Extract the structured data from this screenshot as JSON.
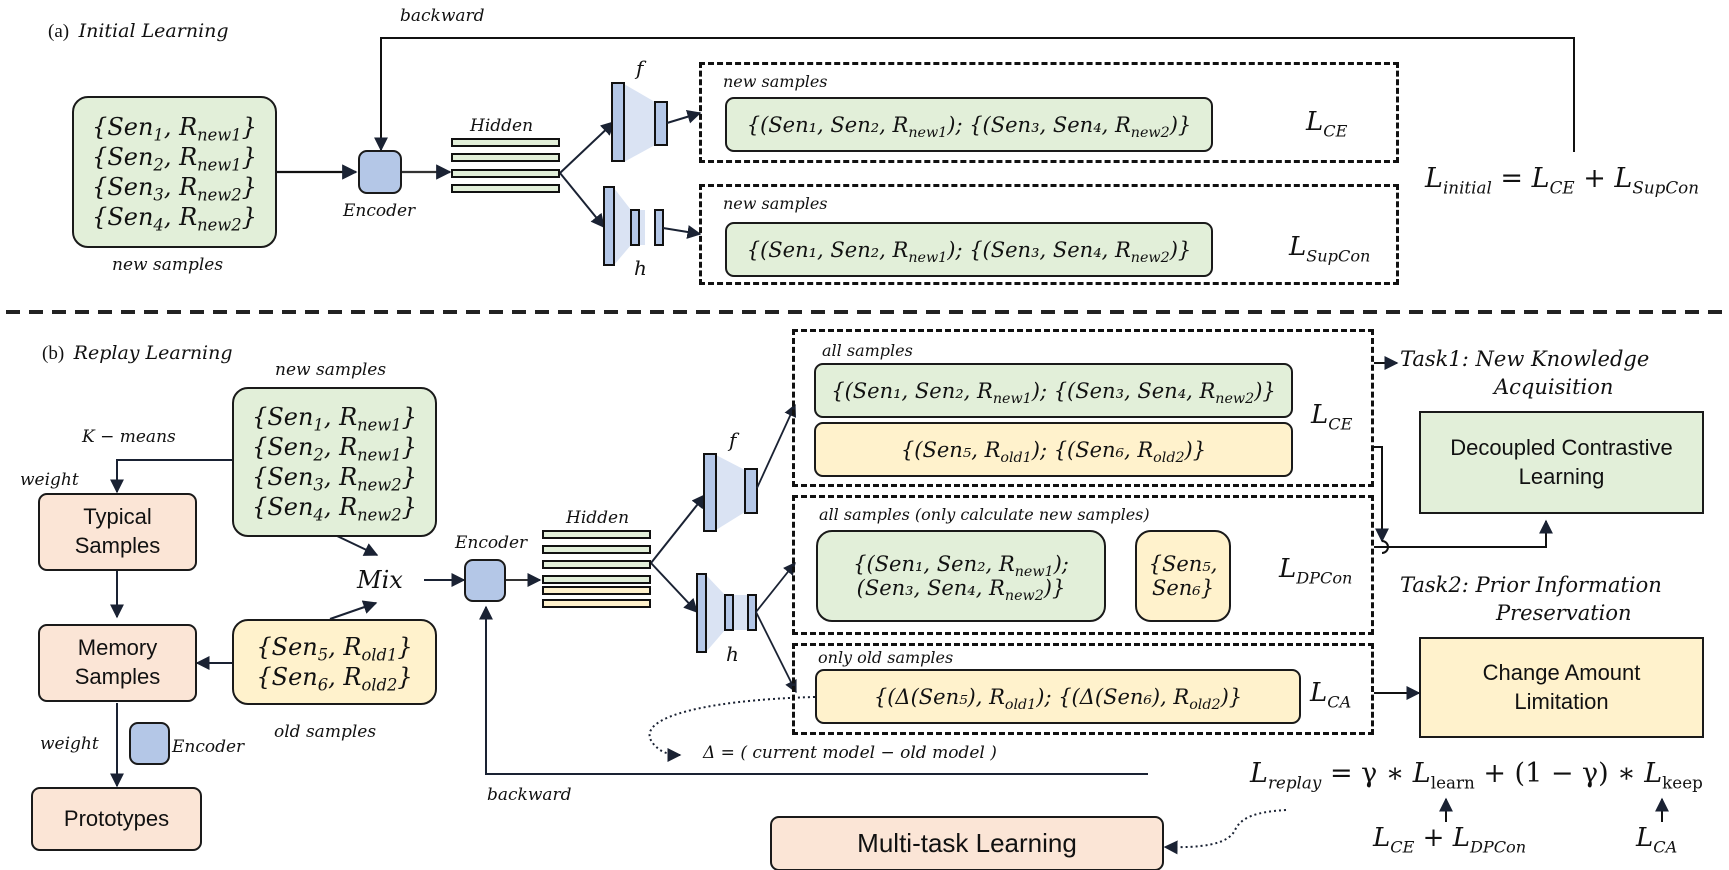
{
  "colors": {
    "new_sample_fill": "#e2efd9",
    "old_sample_fill": "#fff2cc",
    "process_fill": "#fbe5d6",
    "encoder_fill": "#b4c7e7",
    "projection_fill": "#dae3f3",
    "stroke": "#111111"
  },
  "panel_a": {
    "tag": "(a)",
    "title": "Initial Learning",
    "backward_label": "backward",
    "samples_caption": "new samples",
    "samples": [
      {
        "sen": "Sen",
        "sen_sub": "1",
        "rel": "R",
        "rel_sub": "new1"
      },
      {
        "sen": "Sen",
        "sen_sub": "2",
        "rel": "R",
        "rel_sub": "new1"
      },
      {
        "sen": "Sen",
        "sen_sub": "3",
        "rel": "R",
        "rel_sub": "new2"
      },
      {
        "sen": "Sen",
        "sen_sub": "4",
        "rel": "R",
        "rel_sub": "new2"
      }
    ],
    "encoder_label": "Encoder",
    "hidden_label": "Hidden",
    "head_f_label": "f",
    "head_h_label": "h",
    "ce_block": {
      "caption": "new samples",
      "content": "{(Sen₁, Sen₂, R_new1); {(Sen₃, Sen₄, R_new2)}",
      "loss": "L",
      "loss_sub": "CE"
    },
    "supcon_block": {
      "caption": "new samples",
      "content": "{(Sen₁, Sen₂, R_new1); {(Sen₃, Sen₄, R_new2)}",
      "loss": "L",
      "loss_sub": "SupCon"
    },
    "formula": {
      "lhs": "L",
      "lhs_sub": "initial",
      "eq": "=",
      "t1": "L",
      "t1_sub": "CE",
      "plus": "+",
      "t2": "L",
      "t2_sub": "SupCon"
    }
  },
  "panel_b": {
    "tag": "(b)",
    "title": "Replay Learning",
    "new_samples_caption": "new samples",
    "new_samples": [
      {
        "sen": "Sen",
        "sen_sub": "1",
        "rel": "R",
        "rel_sub": "new1"
      },
      {
        "sen": "Sen",
        "sen_sub": "2",
        "rel": "R",
        "rel_sub": "new1"
      },
      {
        "sen": "Sen",
        "sen_sub": "3",
        "rel": "R",
        "rel_sub": "new2"
      },
      {
        "sen": "Sen",
        "sen_sub": "4",
        "rel": "R",
        "rel_sub": "new2"
      }
    ],
    "old_samples_caption": "old samples",
    "old_samples": [
      {
        "sen": "Sen",
        "sen_sub": "5",
        "rel": "R",
        "rel_sub": "old1"
      },
      {
        "sen": "Sen",
        "sen_sub": "6",
        "rel": "R",
        "rel_sub": "old2"
      }
    ],
    "kmeans_label": "K − means",
    "weight_label_top": "weight",
    "weight_label_bottom": "weight",
    "typical_samples": "Typical Samples",
    "memory_samples": "Memory Samples",
    "prototypes": "Prototypes",
    "small_encoder_label": "Encoder",
    "mix_label": "Mix",
    "encoder_label": "Encoder",
    "hidden_label": "Hidden",
    "head_f_label": "f",
    "head_h_label": "h",
    "backward_label": "backward",
    "ce_block": {
      "caption": "all samples",
      "new_content": "{(Sen₁, Sen₂, R_new1); {(Sen₃, Sen₄, R_new2)}",
      "old_content": "{(Sen₅, R_old1); {(Sen₆, R_old2)}",
      "loss": "L",
      "loss_sub": "CE"
    },
    "dpcon_block": {
      "caption": "all samples (only calculate new  samples)",
      "new_line1": "{(Sen₁, Sen₂, R_new1);",
      "new_line2": "(Sen₃, Sen₄, R_new2)}",
      "old_line1": "{Sen₅,",
      "old_line2": "Sen₆}",
      "loss": "L",
      "loss_sub": "DPCon"
    },
    "ca_block": {
      "caption": "only old  samples",
      "content": "{(Δ(Sen₅), R_old1); {(Δ(Sen₆), R_old2)}",
      "loss": "L",
      "loss_sub": "CA"
    },
    "delta_def": "Δ =  ( current model  − old model )",
    "task1": {
      "title": "Task1: New Knowledge",
      "subtitle": "Acquisition"
    },
    "task2": {
      "title": "Task2: Prior Information",
      "subtitle": "Preservation"
    },
    "decoupled_box": "Decoupled Contrastive Learning",
    "change_box": "Change Amount Limitation",
    "multitask_box": "Multi-task Learning",
    "formula": {
      "lhs": "L",
      "lhs_sub": "replay",
      "rhs": "= γ ∗ L_learn + (1 − γ) ∗ L_keep",
      "learn_source": "L_CE + L_DPCon",
      "keep_source": "L_CA"
    }
  }
}
